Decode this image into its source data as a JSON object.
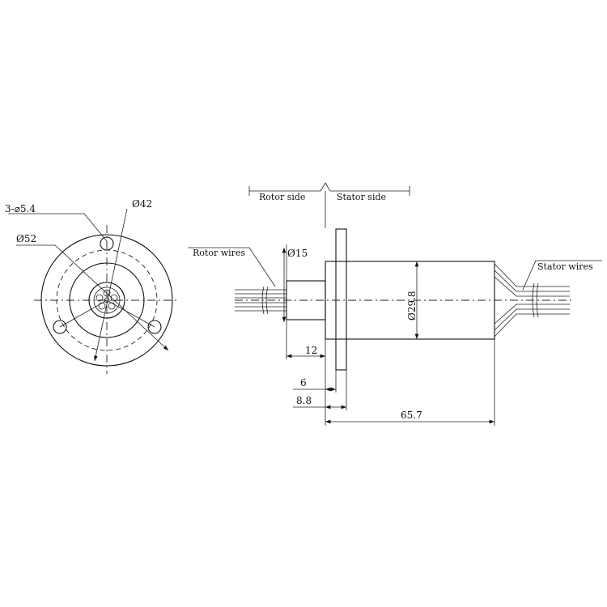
{
  "front_view": {
    "holes_label": "3-⌀5.4",
    "pcd_label": "Ø42",
    "outer_label": "Ø52"
  },
  "side_view": {
    "rotor_side": "Rotor side",
    "stator_side": "Stator side",
    "rotor_wires": "Rotor wires",
    "stator_wires": "Stator wires",
    "shaft_dia": "Ø15",
    "body_dia": "Ø29.8",
    "dim_shaft_len": "12",
    "dim_flange": "6",
    "dim_flange_total": "8.8",
    "dim_total": "65.7"
  },
  "colors": {
    "line": "#111111",
    "background": "#ffffff"
  }
}
